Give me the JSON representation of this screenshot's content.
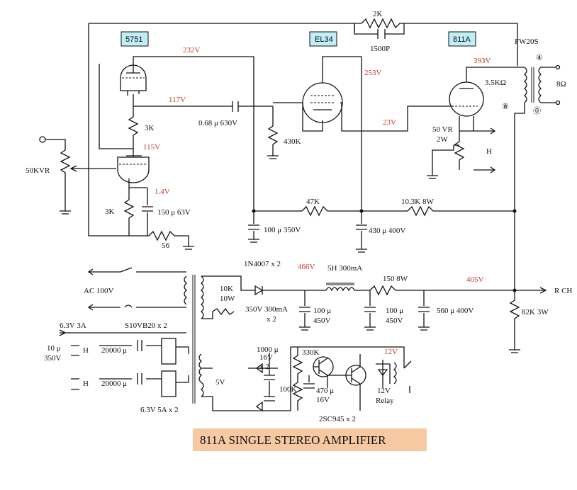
{
  "title": "811A SINGLE STEREO AMPLIFIER",
  "tubes": {
    "t5751": "5751",
    "el34": "EL34",
    "t811a": "811A"
  },
  "transformer": "FW20S",
  "voltages": {
    "v232": "232V",
    "v117": "117V",
    "v115": "115V",
    "v1_4": "1.4V",
    "v253": "253V",
    "v23": "23V",
    "v393": "393V",
    "v466": "466V",
    "v405": "405V",
    "v12": "12V"
  },
  "components": {
    "r2k_fb": "2K",
    "c1500p": "1500P",
    "r3k_mid": "3K",
    "r3k_k": "3K",
    "c150": "150 μ  63V",
    "r56": "56",
    "vr50k": "50KVR",
    "c068": "0.68 μ  630V",
    "r430k": "430K",
    "r47k": "47K",
    "r10_3k": "10.3K 8W",
    "c100_350": "100 μ  350V",
    "c430_400": "430 μ  400V",
    "vr50": "50 VR",
    "vr50_w": "2W",
    "h_top": "H",
    "ohm35k": "3.5KΩ",
    "ohm8": "8Ω",
    "diode_1n4007": "1N4007 x 2",
    "choke": "5H 300mA",
    "r150": "150 8W",
    "r_ch": "R CH",
    "r82k": "82K 3W",
    "ac": "AC 100V",
    "r10k": "10K",
    "r10w": "10W",
    "c100_450a": "100 μ",
    "c100_450a_v": "450V",
    "c100_450b": "100 μ",
    "c100_450b_v": "450V",
    "c560": "560 μ  400V",
    "sec350": "350V 300mA",
    "sec350_x": "x 2",
    "heater1": "6.3V 3A",
    "s10vb": "S10VB20 x 2",
    "c10": "10 μ",
    "c10_v": "350V",
    "h1": "H",
    "h2": "H",
    "c20000a": "20000 μ",
    "c20000b": "20000 μ",
    "heater2": "6.3V 5A x 2",
    "c1000": "1000 μ",
    "c1000_v": "16V",
    "c1000_x": "x 2",
    "r330k": "330K",
    "r100k": "100K",
    "c470": "470 μ",
    "c470_v": "16V",
    "v5": "5V",
    "tr": "2SC945 x 2",
    "relay_v": "12V",
    "relay": "Relay"
  },
  "terminals": {
    "t0": "⓪",
    "t4": "④",
    "t8": "⑧"
  }
}
